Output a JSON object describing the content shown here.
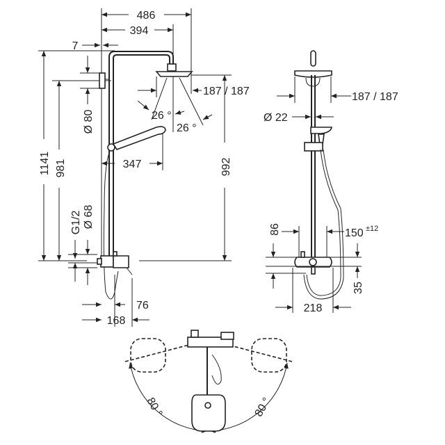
{
  "side_view": {
    "dim_width_total": "486",
    "dim_arm_length": "394",
    "dim_wall_gap": "7",
    "dim_height_total": "1141",
    "dim_bracket_height": "981",
    "dim_bracket_dia": "Ø 80",
    "dim_head_dia": "187 / 187",
    "dim_spray_angle_left": "26 °",
    "dim_spray_angle_right": "26 °",
    "dim_hand_shower_reach": "347",
    "dim_head_height": "992",
    "dim_connection": "G1/2",
    "dim_escutcheon_dia": "Ø 68",
    "dim_spout_offset": "76",
    "dim_mixer_depth": "168"
  },
  "front_view": {
    "dim_head_dia": "187 / 187",
    "dim_pipe_dia": "Ø 22",
    "dim_mixer_height": "86",
    "dim_centres": "150",
    "dim_centres_tolerance": "±12",
    "dim_outlet_offset": "35",
    "dim_mixer_width": "218"
  },
  "top_view": {
    "swivel_left": "80 °",
    "swivel_right": "80 °"
  }
}
